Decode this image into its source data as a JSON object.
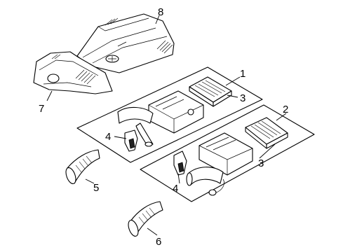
{
  "callouts": {
    "n1": "1",
    "n2": "2",
    "n3a": "3",
    "n3b": "3",
    "n4a": "4",
    "n4b": "4",
    "n5": "5",
    "n6": "6",
    "n7": "7",
    "n8": "8"
  },
  "colors": {
    "line": "#000000",
    "background": "#ffffff"
  }
}
